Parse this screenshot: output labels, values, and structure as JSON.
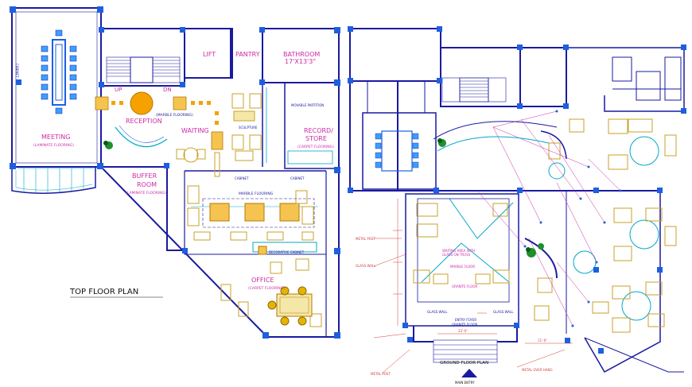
{
  "top_floor": {
    "title": "TOP  FLOOR  PLAN",
    "rooms": {
      "meeting": "MEETING",
      "meeting_floor": "(LAMINATE FLOORING)",
      "reception": "RECEPTION",
      "waiting": "WAITING",
      "marble_1": "(MARBLE FLOORING)",
      "marble_2": "MARBLE FLOORING",
      "buffer": "BUFFER",
      "buffer_room": "ROOM",
      "buffer_floor": "(LAMINATE FLOORING)",
      "office": "OFFICE",
      "office_floor": "(CARPET FLOORING)",
      "lift": "LIFT",
      "pantry": "PANTRY",
      "bathroom": "BATHROOM",
      "bathroom_dims": "17'X13'3\"",
      "record": "RECORD/",
      "store": "STORE",
      "record_floor": "(CARPET FLOORING)",
      "up": "UP",
      "dn": "DN",
      "cabinet": "CABINET",
      "decorative_cabinet": "DECORATIVE CABINET",
      "partition": "MOVABLE PARTITION",
      "sculpture": "SCULPTURE"
    }
  },
  "ground_floor": {
    "title": "GROUND  FLOOR  PLAN",
    "labels": {
      "main_entry": "MAIN ENTRY",
      "marble_floor": "MARBLE FLOOR",
      "granite_floor": "GRANITE FLOOR",
      "entry_foyer": "ENTRY FOYER",
      "entry_foyer_floor": "GRANITE FLOOR",
      "glass_wall_1": "GLASS WALL",
      "glass_wall_2": "GLASS WALL",
      "glass_wall_3": "GLASS WALL",
      "metal_post_1": "METAL POST",
      "metal_post_2": "METAL POST",
      "metal_over": "METAL OVER HANG",
      "waiting_area": "WAITING AREA WITH",
      "waiting_area_2": "GLASS ON TRUSS",
      "dimension_1": "23'-0\"",
      "dimension_2": "11'-6\""
    }
  },
  "colors": {
    "wall": "#1a1aa0",
    "column": "#1e5fe0",
    "furniture": "#c9a227",
    "accent": "#f5a200",
    "label": "#cc2aa8",
    "cyan": "#00a9c8",
    "green": "#1f8f2a",
    "dim": "#d23f3f"
  }
}
